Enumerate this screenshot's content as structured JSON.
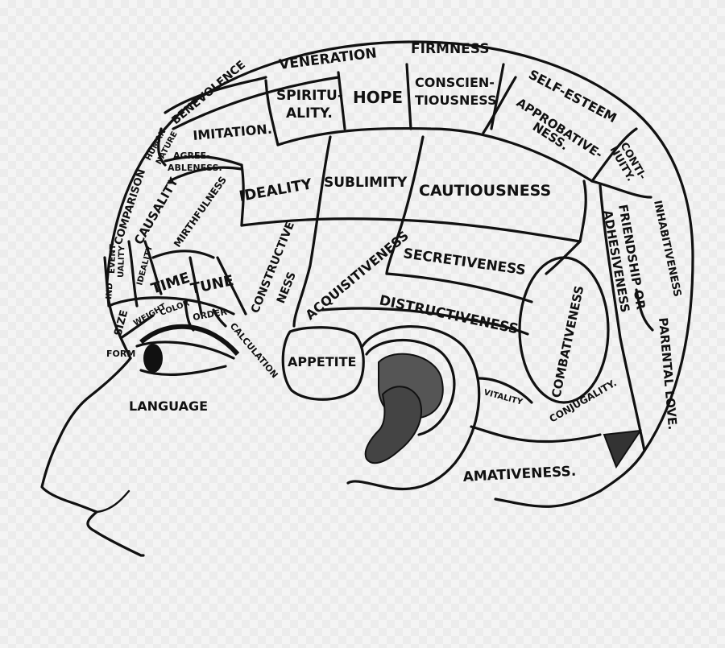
{
  "figure": {
    "labels": {
      "veneration": "VENERATION",
      "firmness": "FIRMNESS",
      "benevolence": "BENEVOLENCE",
      "spirituality_1": "SPIRITU-",
      "spirituality_2": "ALITY.",
      "hope": "HOPE",
      "conscientiousness_1": "CONSCIEN-",
      "conscientiousness_2": "TIOUSNESS",
      "self_esteem": "SELF-ESTEEM",
      "imitation": "IMITATION.",
      "human_nature_1": "HUMAN",
      "human_nature_2": "NATURE",
      "agreeableness_1": "AGREE-",
      "agreeableness_2": "ABLENESS.",
      "approbativeness_1": "APPROBATIVE-",
      "approbativeness_2": "NESS.",
      "continuity_1": "CONTI-",
      "continuity_2": "NUITY.",
      "comparison": "COMPARISON",
      "causality": "CAUSALITY",
      "mirthfulness": "MIRTHFULNESS",
      "ideality_upper": "IDEALITY",
      "sublimity": "SUBLIMITY",
      "cautiousness": "CAUTIOUSNESS",
      "inhabitiveness": "INHABITIVENESS",
      "friendship_1": "FRIENDSHIP OR",
      "friendship_2": "ADHESIVENESS",
      "eventuality_1": "EVENT-",
      "eventuality_2": "UALITY",
      "ideality_small": "IDEALITY",
      "time": "TIME",
      "tune": "TUNE",
      "constructiveness_1": "CONSTRUCTIVE",
      "constructiveness_2": "NESS",
      "acquisitiveness": "ACQUISITIVENESS",
      "secretiveness": "SECRETIVENESS",
      "combativeness": "COMBATIVENESS",
      "ind": "IND",
      "size": "SIZE",
      "weight": "WEIGHT",
      "color": "COLOR",
      "order": "ORDER",
      "calculation": "CALCULATION",
      "distructiveness": "DISTRUCTIVENESS",
      "parental_love": "PARENTAL LOVE.",
      "form": "FORM",
      "appetite": "APPETITE",
      "vitality": "VITALITY",
      "conjugality": "CONJUGALITY.",
      "language": "LANGUAGE",
      "amativeness": "AMATIVENESS."
    }
  }
}
